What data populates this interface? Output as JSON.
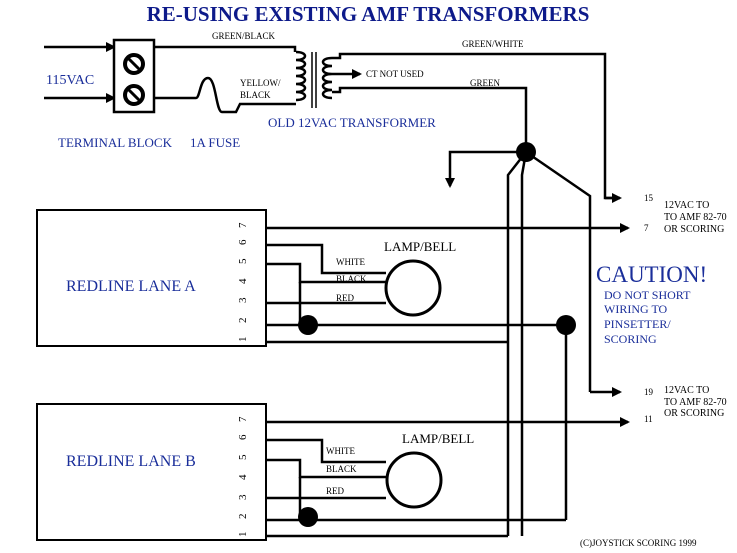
{
  "title": "RE-USING EXISTING AMF TRANSFORMERS",
  "colors": {
    "title": "#0d1a8a",
    "label": "#1a2e9a",
    "wire": "#000000"
  },
  "top": {
    "input_voltage": "115VAC",
    "terminal_block": "TERMINAL BLOCK",
    "fuse": "1A FUSE",
    "transformer": "OLD 12VAC TRANSFORMER",
    "wire_green_black": "GREEN/BLACK",
    "wire_yellow_black_1": "YELLOW/",
    "wire_yellow_black_2": "BLACK",
    "wire_green_white": "GREEN/WHITE",
    "ct_not_used": "CT NOT USED",
    "wire_green": "GREEN"
  },
  "lanes": [
    {
      "name": "REDLINE LANE A",
      "pins": [
        "7",
        "6",
        "5",
        "4",
        "3",
        "2",
        "1"
      ],
      "lamp": "LAMP/BELL",
      "wires": [
        "WHITE",
        "BLACK",
        "RED"
      ],
      "outputs": [
        {
          "pin": "15",
          "label_line1": "12VAC TO"
        },
        {
          "pin": "7",
          "label_line1": "TO AMF 82-70",
          "label_line2": "OR SCORING"
        }
      ]
    },
    {
      "name": "REDLINE LANE B",
      "pins": [
        "7",
        "6",
        "5",
        "4",
        "3",
        "2",
        "1"
      ],
      "lamp": "LAMP/BELL",
      "wires": [
        "WHITE",
        "BLACK",
        "RED"
      ],
      "outputs": [
        {
          "pin": "19",
          "label_line1": "12VAC TO"
        },
        {
          "pin": "11",
          "label_line1": "TO AMF 82-70",
          "label_line2": "OR SCORING"
        }
      ]
    }
  ],
  "caution": {
    "heading": "CAUTION!",
    "lines": [
      "DO NOT SHORT",
      "WIRING TO",
      "PINSETTER/",
      "SCORING"
    ]
  },
  "copyright": "(C)JOYSTICK SCORING 1999"
}
